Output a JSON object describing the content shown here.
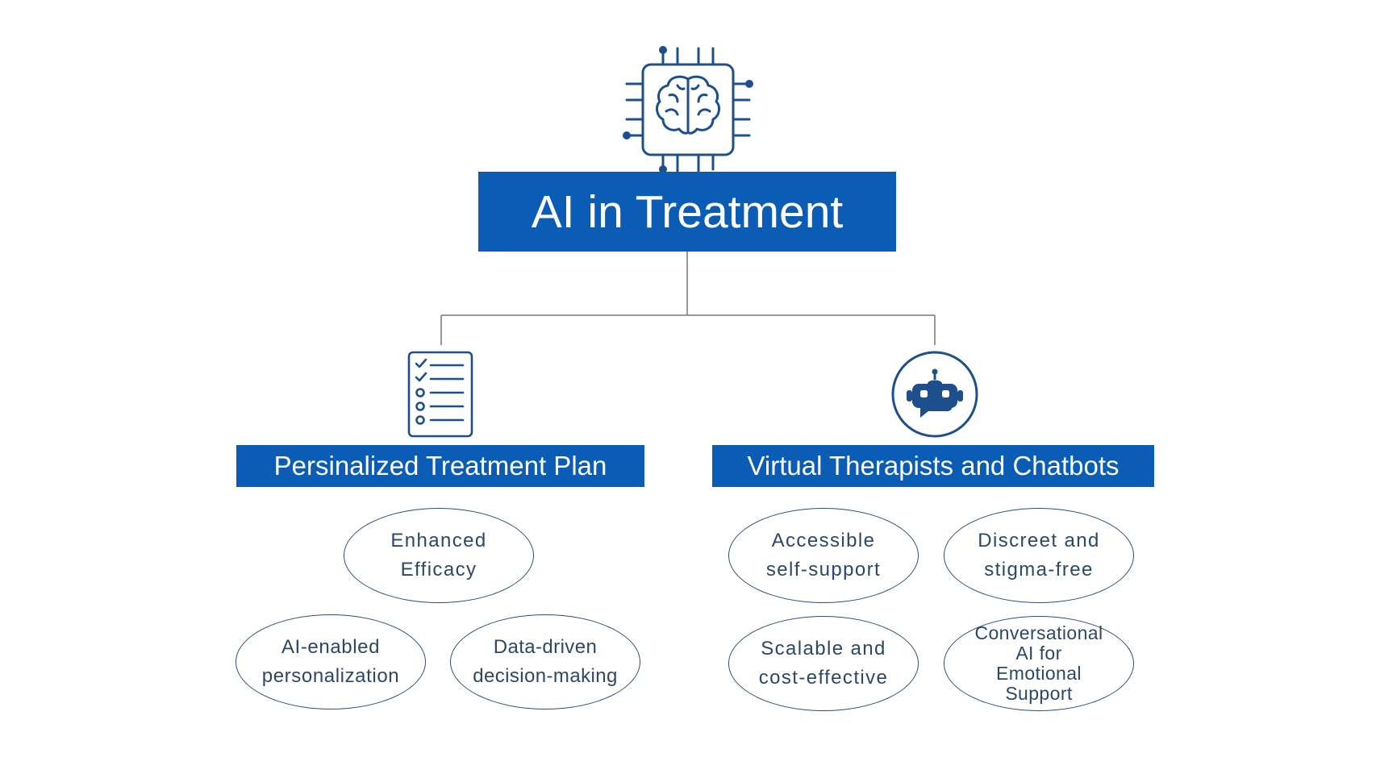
{
  "diagram": {
    "title": "AI in Treatment",
    "branches": [
      {
        "label": "Persinalized Treatment Plan",
        "icon": "checklist-icon",
        "items": [
          "Enhanced\nEfficacy",
          "AI-enabled\npersonalization",
          "Data-driven\ndecision-making"
        ]
      },
      {
        "label": "Virtual Therapists and Chatbots",
        "icon": "chatbot-icon",
        "items": [
          "Accessible\nself-support",
          "Discreet and\nstigma-free",
          "Scalable and\ncost-effective",
          "Conversational\nAI for\nEmotional\nSupport"
        ]
      }
    ],
    "top_icon": "ai-brain-chip-icon",
    "colors": {
      "accent": "#0b5cb5",
      "icon_stroke": "#1d4f8c",
      "ellipse_border": "#2f4e71",
      "ellipse_text": "#2c4866",
      "connector": "#777777"
    }
  }
}
